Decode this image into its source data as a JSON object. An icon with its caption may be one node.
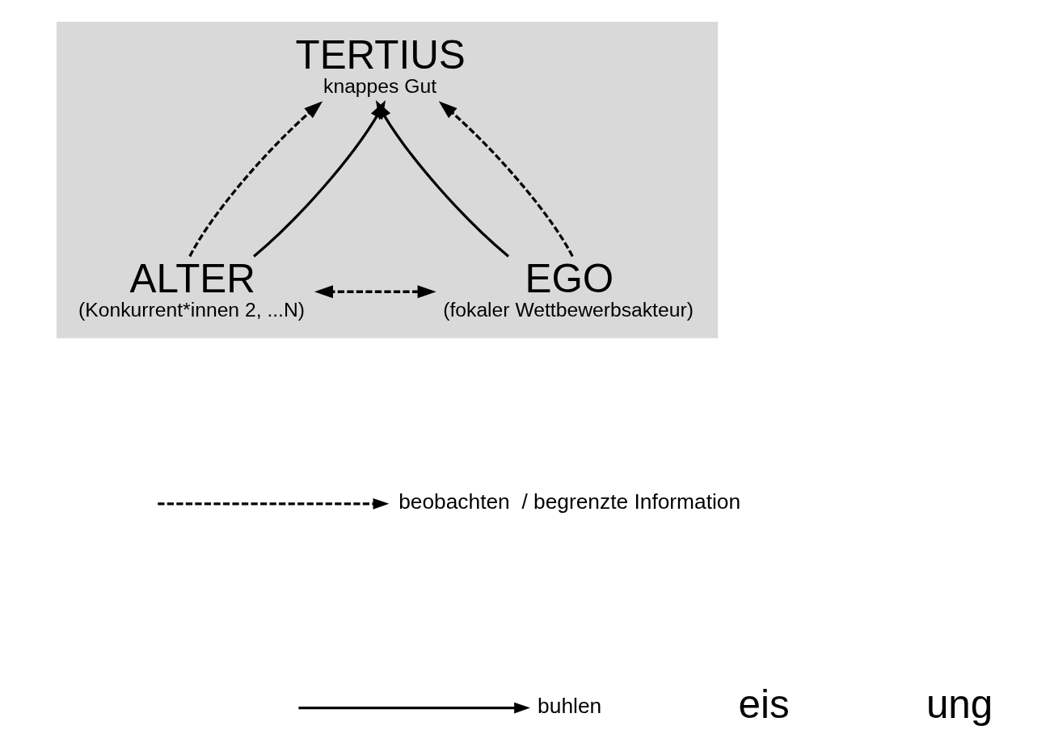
{
  "diagram": {
    "nodes": [
      {
        "text": [],
        "shape": "triangle"
      },
      {
        "text": [
          "TERTIUS",
          "knappes Gut"
        ],
        "in": 0
      },
      {
        "text": [
          "EGO",
          "(fokaler Wettbewerbsakteur)"
        ],
        "in": 0
      },
      {
        "text": [
          "ALTER",
          "(Konkurrent*innen 2, ...N)"
        ],
        "in": 0
      }
    ],
    "edges": [
      {
        "from": 2,
        "to": 1,
        "arrow": "to"
      },
      {
        "from": 2,
        "to": 1,
        "arrow": "to",
        "style": "dashed"
      },
      {
        "from": 3,
        "to": 1,
        "arrow": "to",
        "style": "dashed"
      },
      {
        "from": 3,
        "to": 1,
        "arrow": "to"
      },
      {
        "from": 2,
        "to": 3,
        "arrow": "both",
        "style": "dashed"
      }
    ],
    "labels": [
      "eis",
      "ung"
    ],
    "legend": [
      {
        "text": "beobachten  / begrenzte Information"
      },
      {
        "text": "buhlen"
      }
    ]
  }
}
